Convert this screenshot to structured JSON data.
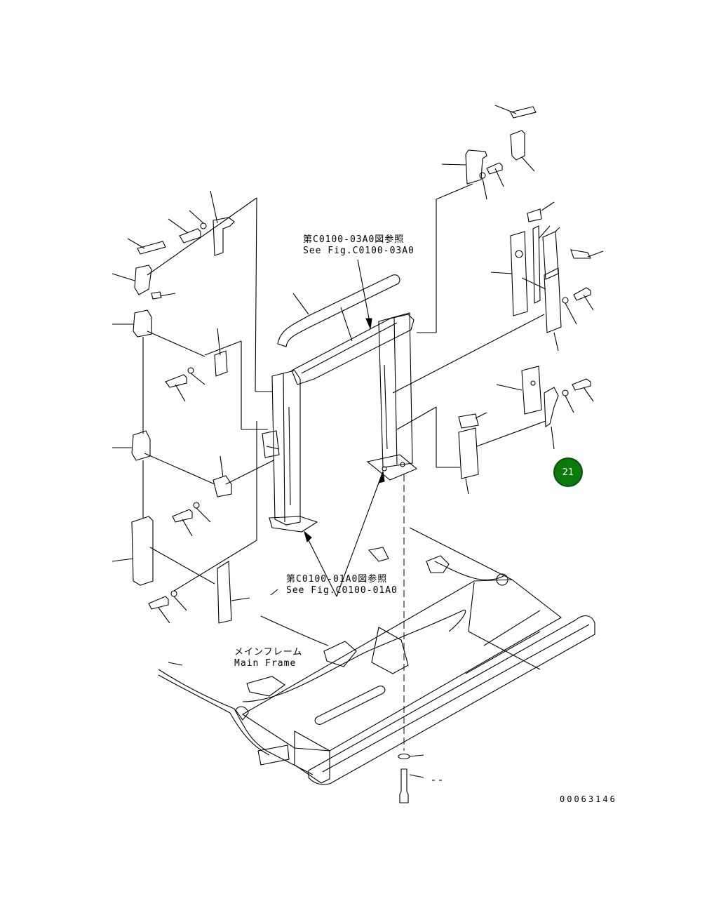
{
  "drawing_number": "00063146",
  "callout_badge": {
    "label": "21",
    "color": "#0a7a0a"
  },
  "references": {
    "upper": {
      "jp": "第C0100-03A0図参照",
      "en": "See Fig.C0100-03A0"
    },
    "lower": {
      "jp": "第C0100-01A0図参照",
      "en": "See Fig.C0100-01A0"
    },
    "main_frame": {
      "jp": "メインフレーム",
      "en": "Main Frame"
    }
  }
}
